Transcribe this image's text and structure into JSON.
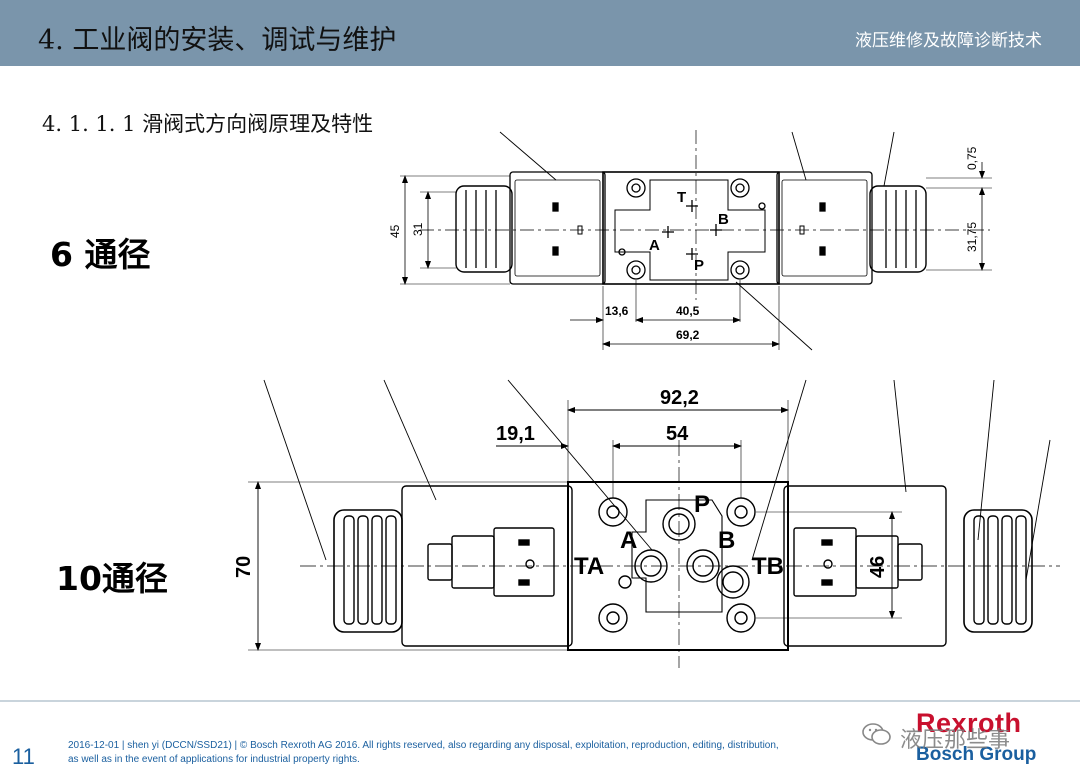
{
  "header": {
    "title": "4. 工业阀的安装、调试与维护",
    "subtitle": "液压维修及故障诊断技术",
    "bg_color": "#7a95ab"
  },
  "section": {
    "title": "4. 1. 1. 1 滑阀式方向阀原理及特性"
  },
  "valve6": {
    "label": "6 通径",
    "ports": {
      "T": "T",
      "A": "A",
      "B": "B",
      "P": "P"
    },
    "dims": {
      "d45": "45",
      "d31": "31",
      "d075": "0,75",
      "d3175": "31,75",
      "d136": "13,6",
      "d405": "40,5",
      "d692": "69,2"
    }
  },
  "valve10": {
    "label": "10通径",
    "ports": {
      "P": "P",
      "A": "A",
      "B": "B",
      "TA": "TA",
      "TB": "TB"
    },
    "dims": {
      "d922": "92,2",
      "d191": "19,1",
      "d54": "54",
      "d70": "70",
      "d46": "46"
    }
  },
  "footer": {
    "page_number": "11",
    "line1": "2016-12-01 | shen yi (DCCN/SSD21) | © Bosch Rexroth AG 2016. All rights reserved, also regarding any disposal, exploitation, reproduction, editing, distribution,",
    "line2": "as well as in the event of applications for industrial property rights.",
    "watermark": "液压那些事",
    "logo_top": "Rexroth",
    "logo_bottom": "Bosch Group",
    "icon": "wechat-icon"
  }
}
